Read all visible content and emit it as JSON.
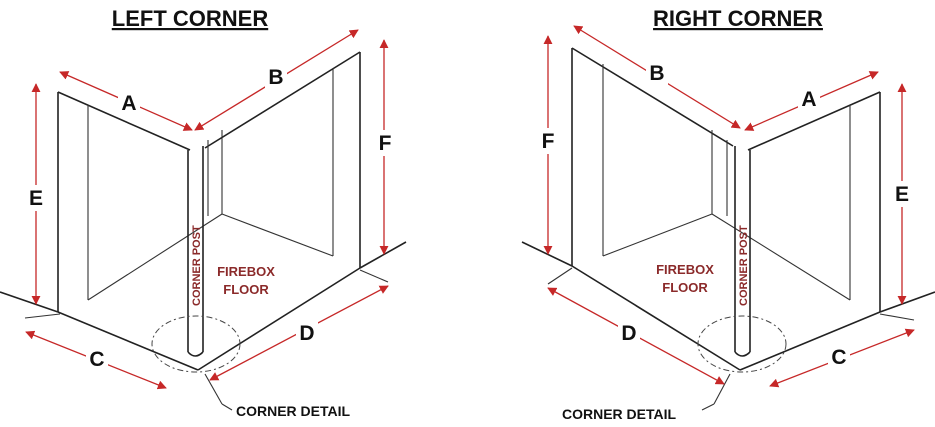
{
  "left": {
    "title": "LEFT CORNER",
    "dims": {
      "a": "A",
      "b": "B",
      "c": "C",
      "d": "D",
      "e": "E",
      "f": "F"
    },
    "floor_line1": "FIREBOX",
    "floor_line2": "FLOOR",
    "post_label": "CORNER POST",
    "detail_label": "CORNER DETAIL"
  },
  "right": {
    "title": "RIGHT CORNER",
    "dims": {
      "a": "A",
      "b": "B",
      "c": "C",
      "d": "D",
      "e": "E",
      "f": "F"
    },
    "floor_line1": "FIREBOX",
    "floor_line2": "FLOOR",
    "post_label": "CORNER POST",
    "detail_label": "CORNER DETAIL"
  },
  "colors": {
    "arrow": "#c62828",
    "label": "#8b2a2a",
    "line": "#222222"
  }
}
